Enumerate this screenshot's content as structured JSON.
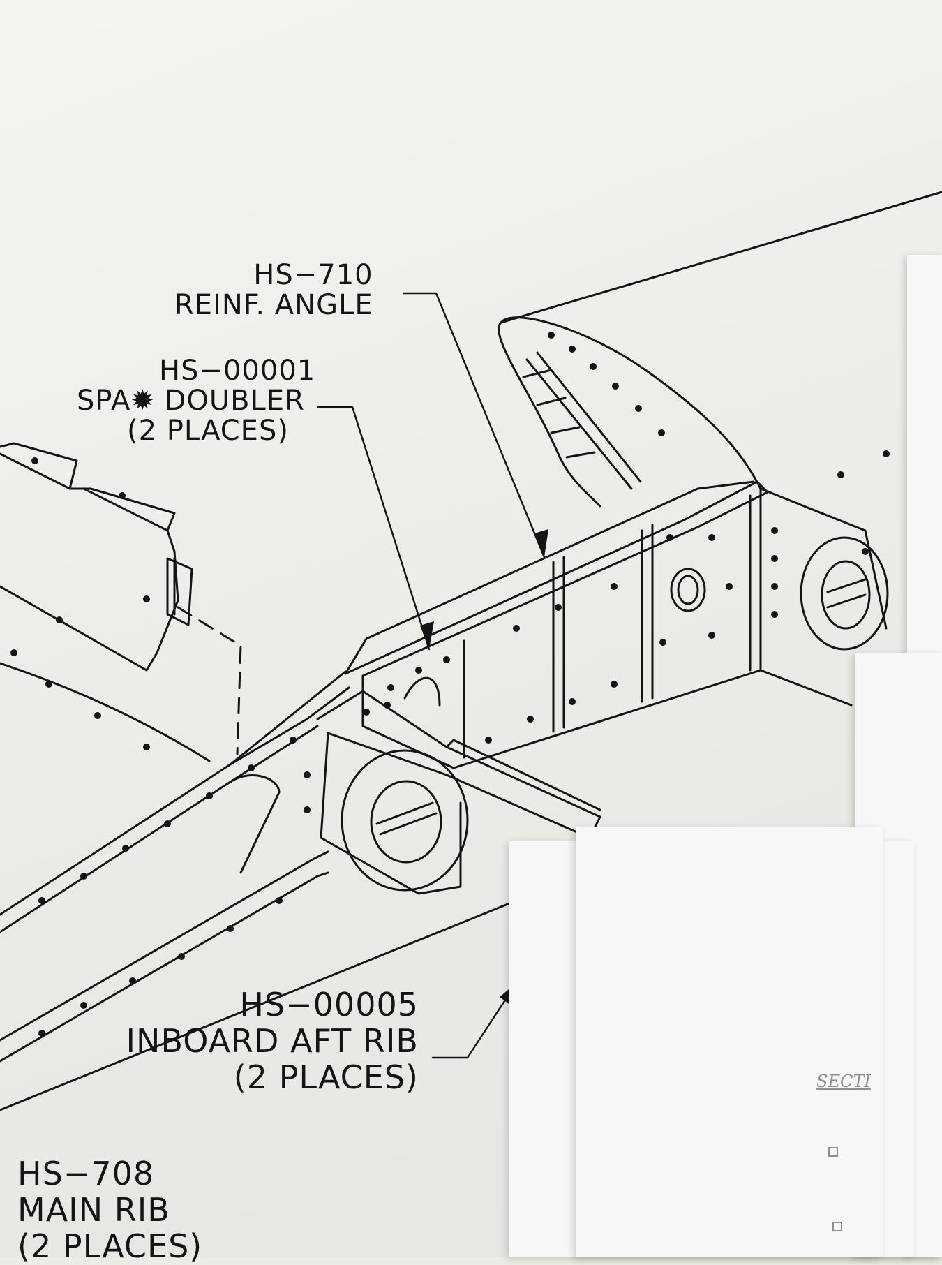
{
  "callouts": {
    "reinf_angle": {
      "part": "HS−710",
      "desc": "REINF. ANGLE"
    },
    "spar_doubler": {
      "part": "HS−00001",
      "desc": "SPA✹ DOUBLER",
      "qty": "(2 PLACES)"
    },
    "inboard_aft_rib": {
      "part": "HS−00005",
      "desc": "INBOARD AFT RIB",
      "qty": "(2 PLACES)"
    },
    "main_rib": {
      "part": "HS−708",
      "desc": "MAIN RIB",
      "qty": "(2 PLACES)"
    }
  },
  "overlay_sheet": {
    "heading": "SECTI"
  },
  "colors": {
    "ink": "#141414",
    "paper": "#eeeeea",
    "sheet": "#f7f7f7"
  }
}
